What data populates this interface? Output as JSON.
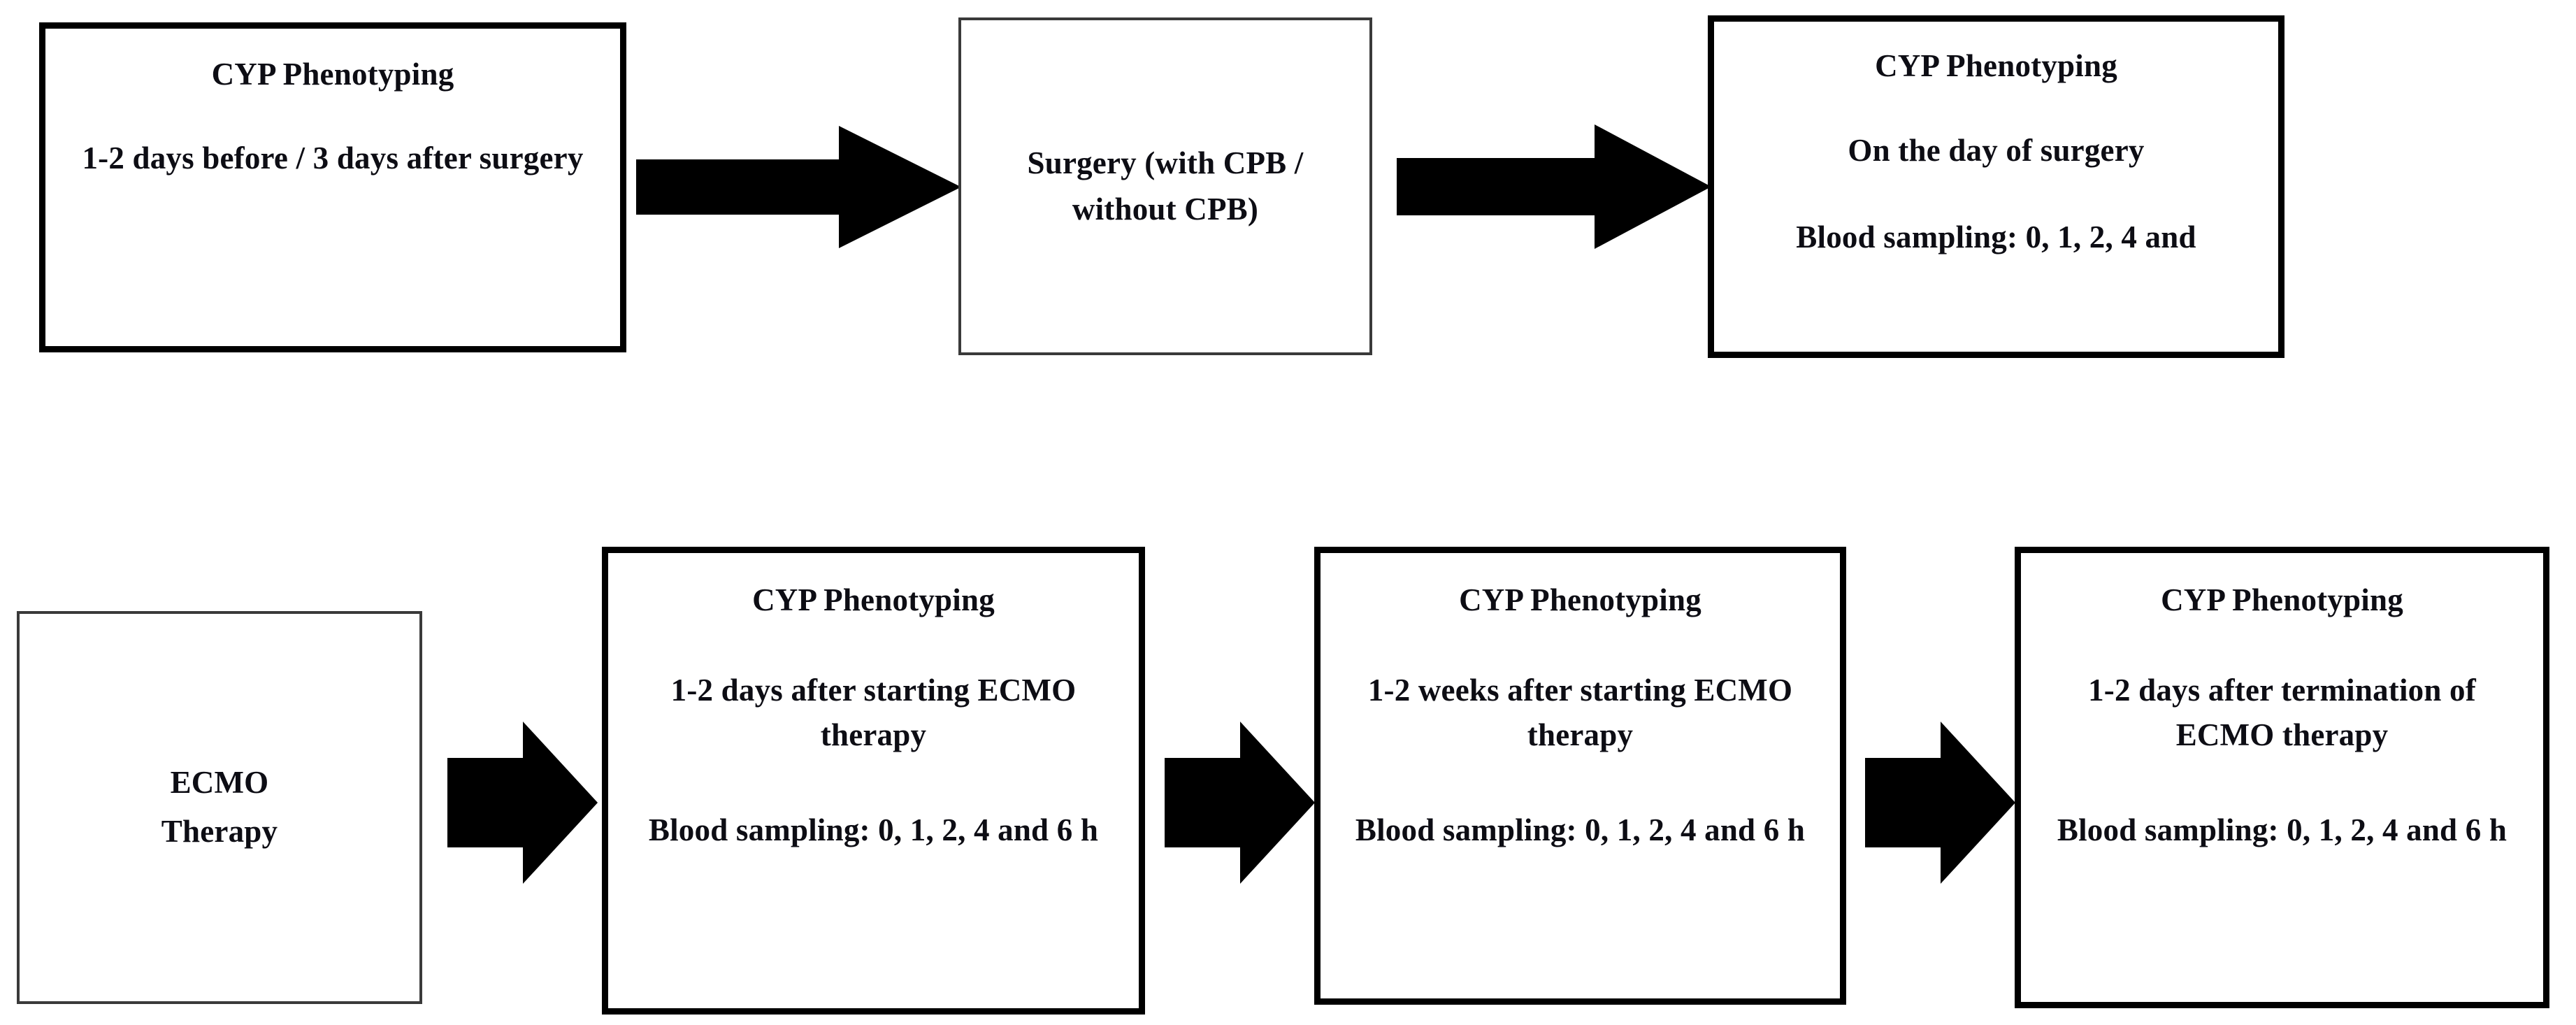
{
  "figure": {
    "type": "flowchart",
    "orientation": "left-to-right, two rows",
    "background_color": "#ffffff",
    "text_color": "#0d0d14",
    "thick_border_color": "#000000",
    "thin_border_color": "#3a3a3a",
    "arrow_color": "#000000"
  },
  "rows": [
    {
      "id": "surgery-pathway",
      "nodes": [
        {
          "id": "node-pre-post-surgery-phenotyping",
          "title": "CYP Phenotyping",
          "detail": "1-2 days before / 3 days after surgery",
          "sampling": "",
          "border": "thick"
        },
        {
          "id": "node-surgery",
          "title": "",
          "detail": "Surgery (with CPB / without CPB)",
          "sampling": "",
          "border": "thin"
        },
        {
          "id": "node-day-of-surgery-phenotyping",
          "title": "CYP Phenotyping",
          "detail": "On the day of surgery",
          "sampling": "Blood sampling: 0, 1, 2, 4 and",
          "border": "thick"
        }
      ],
      "arrows": [
        {
          "id": "arrow-pre-to-surgery",
          "label": "arrow-right"
        },
        {
          "id": "arrow-surgery-to-day-of",
          "label": "arrow-right"
        }
      ]
    },
    {
      "id": "ecmo-pathway",
      "nodes": [
        {
          "id": "node-ecmo-therapy",
          "title": "",
          "detail": "ECMO\nTherapy",
          "sampling": "",
          "border": "thin"
        },
        {
          "id": "node-ecmo-start-days",
          "title": "CYP Phenotyping",
          "detail": "1-2 days after starting ECMO therapy",
          "sampling": "Blood sampling: 0, 1, 2, 4 and 6 h",
          "border": "thick"
        },
        {
          "id": "node-ecmo-start-weeks",
          "title": "CYP Phenotyping",
          "detail": "1-2 weeks after starting ECMO therapy",
          "sampling": "Blood sampling: 0, 1, 2, 4 and 6 h",
          "border": "thick"
        },
        {
          "id": "node-ecmo-termination",
          "title": "CYP Phenotyping",
          "detail": "1-2 days after termination of ECMO therapy",
          "sampling": "Blood sampling: 0, 1, 2, 4 and 6 h",
          "border": "thick"
        }
      ],
      "arrows": [
        {
          "id": "arrow-ecmo-to-days",
          "label": "arrow-right"
        },
        {
          "id": "arrow-days-to-weeks",
          "label": "arrow-right"
        },
        {
          "id": "arrow-weeks-to-termination",
          "label": "arrow-right"
        }
      ]
    }
  ]
}
